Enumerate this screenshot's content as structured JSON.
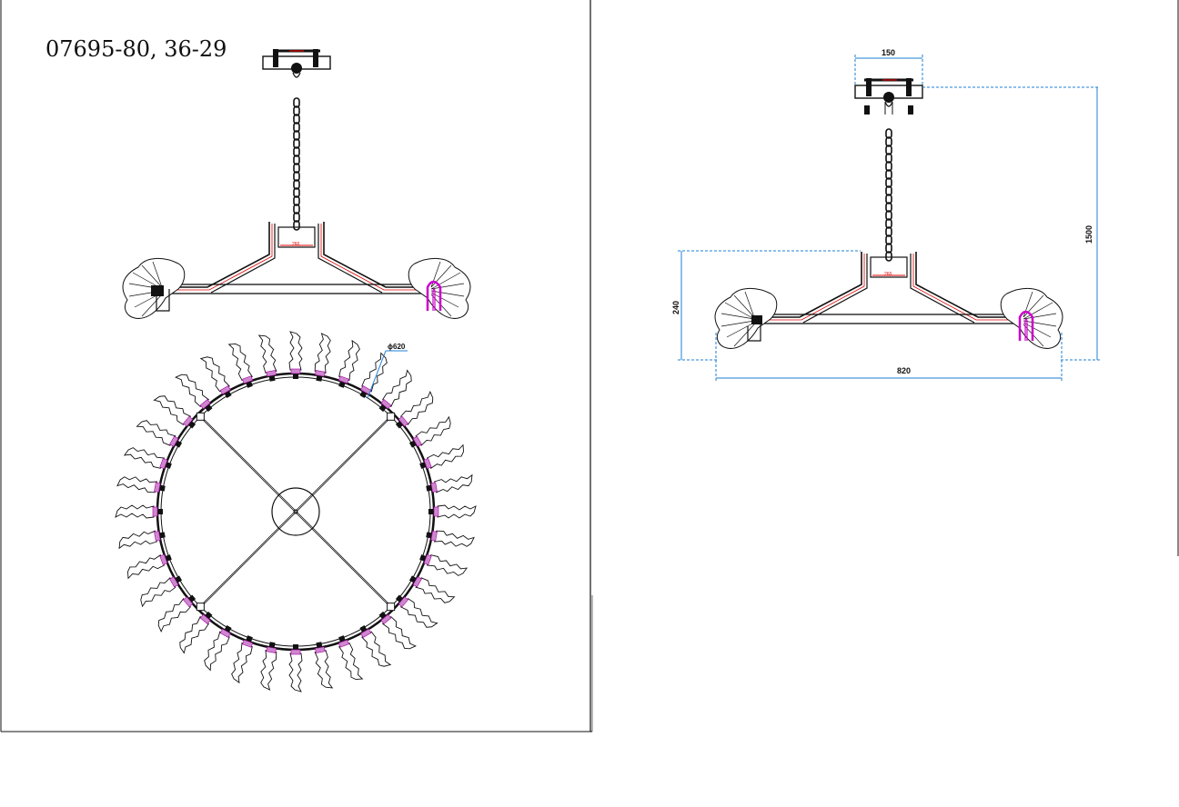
{
  "drawing": {
    "model_code": "07695-80, 36-29",
    "front_view_left": {
      "bracket_label": "260"
    },
    "top_view": {
      "diameter_label": "ϕ620"
    },
    "front_view_right": {
      "width_canopy_label": "150",
      "height_total_label": "1500",
      "height_body_label": "240",
      "width_total_label": "820",
      "bracket_label": "260"
    },
    "colors": {
      "line": "#111111",
      "dimension": "#1e7fd6",
      "highlight_red": "#dd0000",
      "highlight_magenta": "#cc00cc"
    }
  }
}
